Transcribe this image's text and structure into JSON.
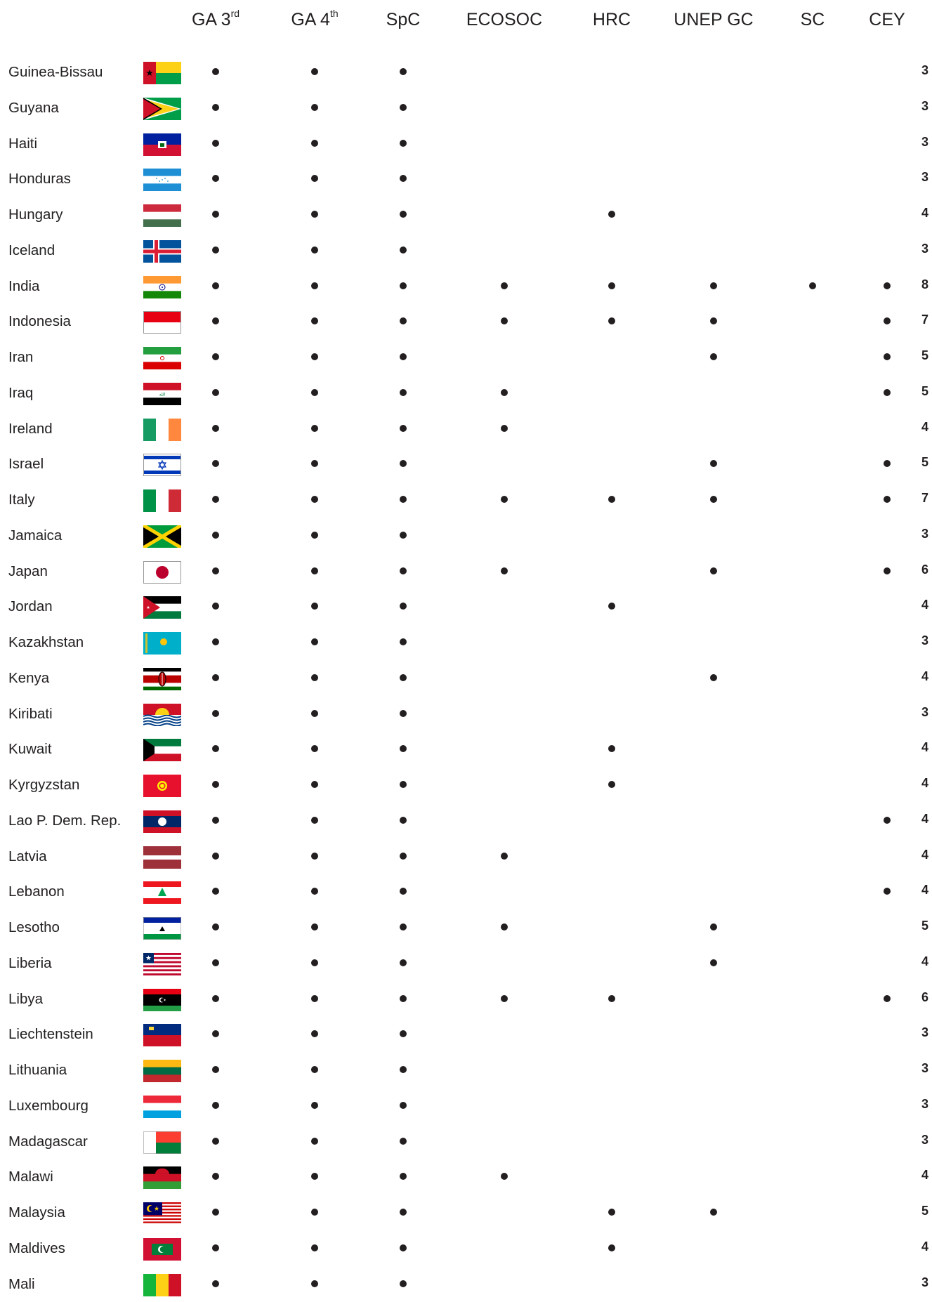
{
  "header": {
    "columns": [
      {
        "label": "GA 3",
        "sup": "rd"
      },
      {
        "label": "GA 4",
        "sup": "th"
      },
      {
        "label": "SpC",
        "sup": ""
      },
      {
        "label": "ECOSOC",
        "sup": ""
      },
      {
        "label": "HRC",
        "sup": ""
      },
      {
        "label": "UNEP GC",
        "sup": ""
      },
      {
        "label": "SC",
        "sup": ""
      },
      {
        "label": "CEY",
        "sup": ""
      }
    ]
  },
  "rows": [
    {
      "country": "Guinea-Bissau",
      "flag": "guinea-bissau-flag-icon",
      "marks": [
        1,
        1,
        1,
        0,
        0,
        0,
        0,
        0
      ],
      "total": "3"
    },
    {
      "country": "Guyana",
      "flag": "guyana-flag-icon",
      "marks": [
        1,
        1,
        1,
        0,
        0,
        0,
        0,
        0
      ],
      "total": "3"
    },
    {
      "country": "Haiti",
      "flag": "haiti-flag-icon",
      "marks": [
        1,
        1,
        1,
        0,
        0,
        0,
        0,
        0
      ],
      "total": "3"
    },
    {
      "country": "Honduras",
      "flag": "honduras-flag-icon",
      "marks": [
        1,
        1,
        1,
        0,
        0,
        0,
        0,
        0
      ],
      "total": "3"
    },
    {
      "country": "Hungary",
      "flag": "hungary-flag-icon",
      "marks": [
        1,
        1,
        1,
        0,
        1,
        0,
        0,
        0
      ],
      "total": "4"
    },
    {
      "country": "Iceland",
      "flag": "iceland-flag-icon",
      "marks": [
        1,
        1,
        1,
        0,
        0,
        0,
        0,
        0
      ],
      "total": "3"
    },
    {
      "country": "India",
      "flag": "india-flag-icon",
      "marks": [
        1,
        1,
        1,
        1,
        1,
        1,
        1,
        1
      ],
      "total": "8"
    },
    {
      "country": "Indonesia",
      "flag": "indonesia-flag-icon",
      "marks": [
        1,
        1,
        1,
        1,
        1,
        1,
        0,
        1
      ],
      "total": "7"
    },
    {
      "country": "Iran",
      "flag": "iran-flag-icon",
      "marks": [
        1,
        1,
        1,
        0,
        0,
        1,
        0,
        1
      ],
      "total": "5"
    },
    {
      "country": "Iraq",
      "flag": "iraq-flag-icon",
      "marks": [
        1,
        1,
        1,
        1,
        0,
        0,
        0,
        1
      ],
      "total": "5"
    },
    {
      "country": "Ireland",
      "flag": "ireland-flag-icon",
      "marks": [
        1,
        1,
        1,
        1,
        0,
        0,
        0,
        0
      ],
      "total": "4"
    },
    {
      "country": "Israel",
      "flag": "israel-flag-icon",
      "marks": [
        1,
        1,
        1,
        0,
        0,
        1,
        0,
        1
      ],
      "total": "5"
    },
    {
      "country": "Italy",
      "flag": "italy-flag-icon",
      "marks": [
        1,
        1,
        1,
        1,
        1,
        1,
        0,
        1
      ],
      "total": "7"
    },
    {
      "country": "Jamaica",
      "flag": "jamaica-flag-icon",
      "marks": [
        1,
        1,
        1,
        0,
        0,
        0,
        0,
        0
      ],
      "total": "3"
    },
    {
      "country": "Japan",
      "flag": "japan-flag-icon",
      "marks": [
        1,
        1,
        1,
        1,
        0,
        1,
        0,
        1
      ],
      "total": "6"
    },
    {
      "country": "Jordan",
      "flag": "jordan-flag-icon",
      "marks": [
        1,
        1,
        1,
        0,
        1,
        0,
        0,
        0
      ],
      "total": "4"
    },
    {
      "country": "Kazakhstan",
      "flag": "kazakhstan-flag-icon",
      "marks": [
        1,
        1,
        1,
        0,
        0,
        0,
        0,
        0
      ],
      "total": "3"
    },
    {
      "country": "Kenya",
      "flag": "kenya-flag-icon",
      "marks": [
        1,
        1,
        1,
        0,
        0,
        1,
        0,
        0
      ],
      "total": "4"
    },
    {
      "country": "Kiribati",
      "flag": "kiribati-flag-icon",
      "marks": [
        1,
        1,
        1,
        0,
        0,
        0,
        0,
        0
      ],
      "total": "3"
    },
    {
      "country": "Kuwait",
      "flag": "kuwait-flag-icon",
      "marks": [
        1,
        1,
        1,
        0,
        1,
        0,
        0,
        0
      ],
      "total": "4"
    },
    {
      "country": "Kyrgyzstan",
      "flag": "kyrgyzstan-flag-icon",
      "marks": [
        1,
        1,
        1,
        0,
        1,
        0,
        0,
        0
      ],
      "total": "4"
    },
    {
      "country": "Lao P. Dem. Rep.",
      "flag": "laos-flag-icon",
      "marks": [
        1,
        1,
        1,
        0,
        0,
        0,
        0,
        1
      ],
      "total": "4"
    },
    {
      "country": "Latvia",
      "flag": "latvia-flag-icon",
      "marks": [
        1,
        1,
        1,
        1,
        0,
        0,
        0,
        0
      ],
      "total": "4"
    },
    {
      "country": "Lebanon",
      "flag": "lebanon-flag-icon",
      "marks": [
        1,
        1,
        1,
        0,
        0,
        0,
        0,
        1
      ],
      "total": "4"
    },
    {
      "country": "Lesotho",
      "flag": "lesotho-flag-icon",
      "marks": [
        1,
        1,
        1,
        1,
        0,
        1,
        0,
        0
      ],
      "total": "5"
    },
    {
      "country": "Liberia",
      "flag": "liberia-flag-icon",
      "marks": [
        1,
        1,
        1,
        0,
        0,
        1,
        0,
        0
      ],
      "total": "4"
    },
    {
      "country": "Libya",
      "flag": "libya-flag-icon",
      "marks": [
        1,
        1,
        1,
        1,
        1,
        0,
        0,
        1
      ],
      "total": "6"
    },
    {
      "country": "Liechtenstein",
      "flag": "liechtenstein-flag-icon",
      "marks": [
        1,
        1,
        1,
        0,
        0,
        0,
        0,
        0
      ],
      "total": "3"
    },
    {
      "country": "Lithuania",
      "flag": "lithuania-flag-icon",
      "marks": [
        1,
        1,
        1,
        0,
        0,
        0,
        0,
        0
      ],
      "total": "3"
    },
    {
      "country": "Luxembourg",
      "flag": "luxembourg-flag-icon",
      "marks": [
        1,
        1,
        1,
        0,
        0,
        0,
        0,
        0
      ],
      "total": "3"
    },
    {
      "country": "Madagascar",
      "flag": "madagascar-flag-icon",
      "marks": [
        1,
        1,
        1,
        0,
        0,
        0,
        0,
        0
      ],
      "total": "3"
    },
    {
      "country": "Malawi",
      "flag": "malawi-flag-icon",
      "marks": [
        1,
        1,
        1,
        1,
        0,
        0,
        0,
        0
      ],
      "total": "4"
    },
    {
      "country": "Malaysia",
      "flag": "malaysia-flag-icon",
      "marks": [
        1,
        1,
        1,
        0,
        1,
        1,
        0,
        0
      ],
      "total": "5"
    },
    {
      "country": "Maldives",
      "flag": "maldives-flag-icon",
      "marks": [
        1,
        1,
        1,
        0,
        1,
        0,
        0,
        0
      ],
      "total": "4"
    },
    {
      "country": "Mali",
      "flag": "mali-flag-icon",
      "marks": [
        1,
        1,
        1,
        0,
        0,
        0,
        0,
        0
      ],
      "total": "3"
    }
  ]
}
